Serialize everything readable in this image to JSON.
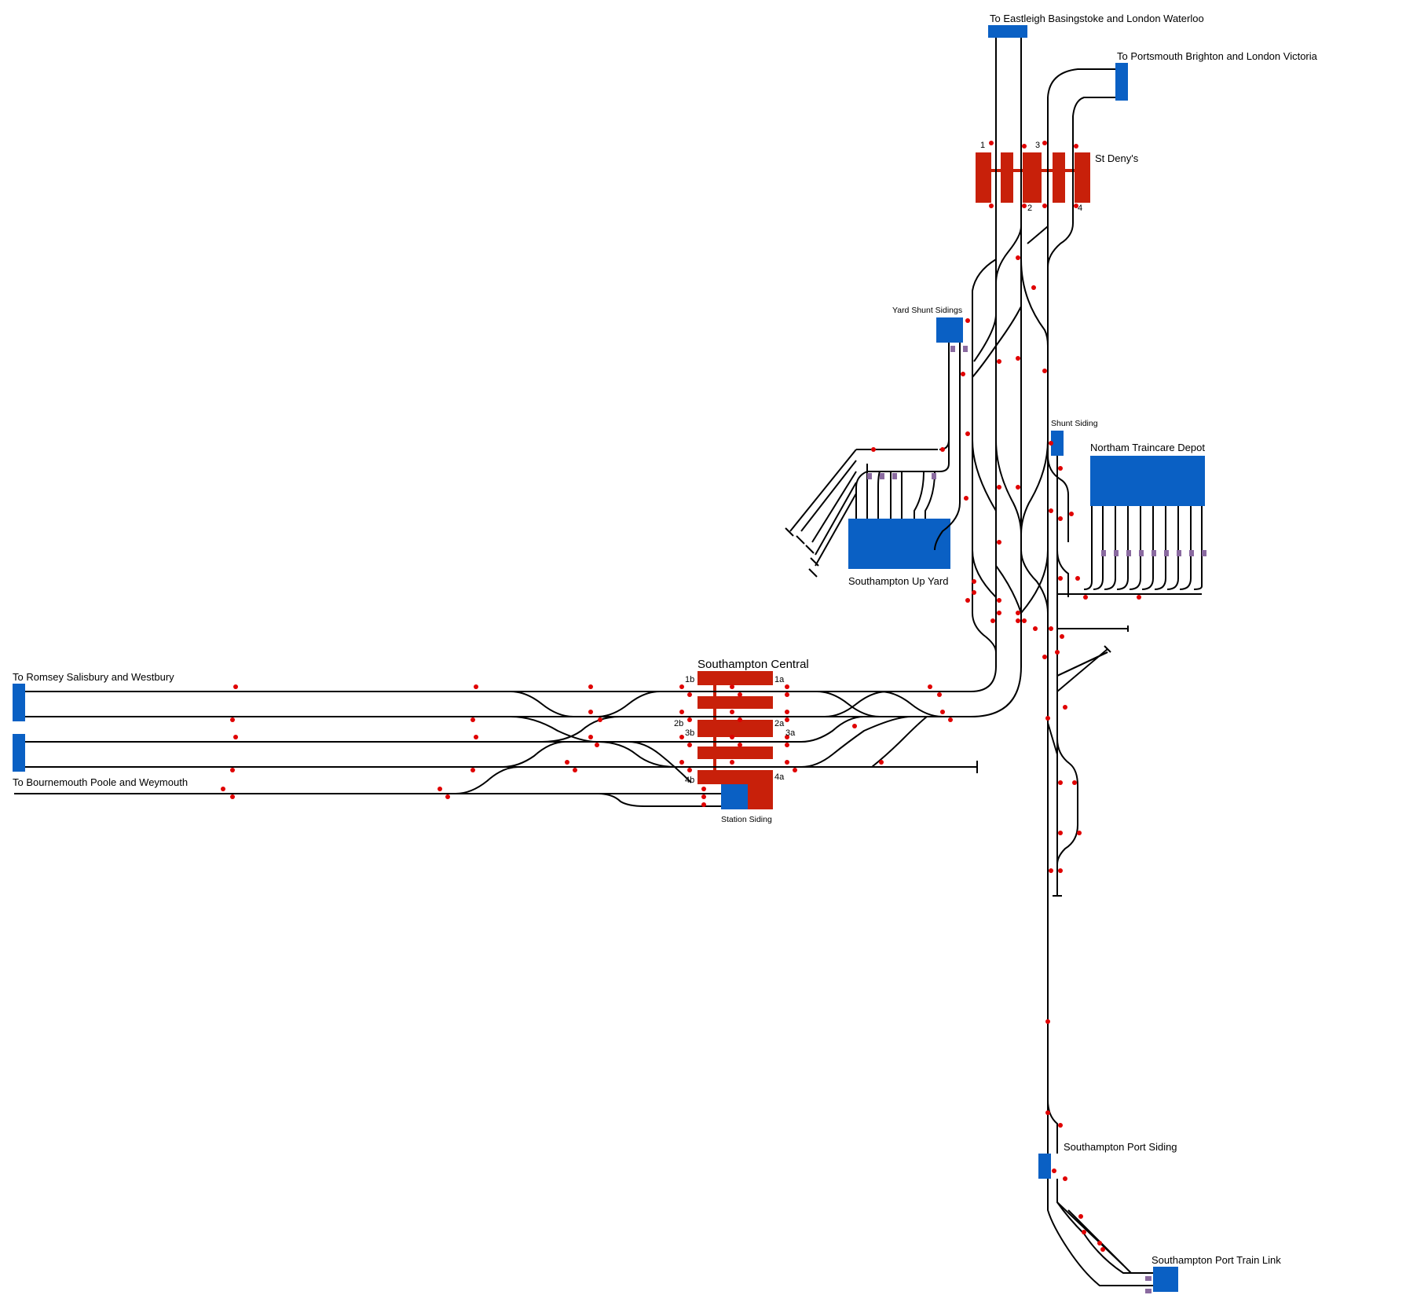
{
  "colors": {
    "track": "#000000",
    "platform": "#c8200a",
    "exit_block": "#0a60c4",
    "signal": "#e00000",
    "buffer": "#8a6aa0",
    "background": "#ffffff"
  },
  "exits": {
    "north_waterloo": "To Eastleigh Basingstoke and London Waterloo",
    "north_victoria": "To Portsmouth Brighton and London Victoria",
    "west_romsey": "To Romsey Salisbury and Westbury",
    "west_bournemouth": "To Bournemouth Poole and Weymouth"
  },
  "stations": {
    "central": {
      "name": "Southampton Central",
      "platforms": [
        "1a",
        "1b",
        "2a",
        "2b",
        "3a",
        "3b",
        "4a",
        "4b"
      ]
    },
    "st_denys": {
      "name": "St Deny's",
      "platforms": [
        "1",
        "2",
        "3",
        "4"
      ]
    }
  },
  "yards": {
    "yard_shunt_sidings": "Yard Shunt Sidings",
    "up_yard": "Southampton Up Yard",
    "shunt_siding": "Shunt Siding",
    "northam_depot": "Northam Traincare Depot",
    "station_siding": "Station Siding",
    "port_siding": "Southampton Port Siding",
    "port_train_link": "Southampton Port Train Link"
  }
}
